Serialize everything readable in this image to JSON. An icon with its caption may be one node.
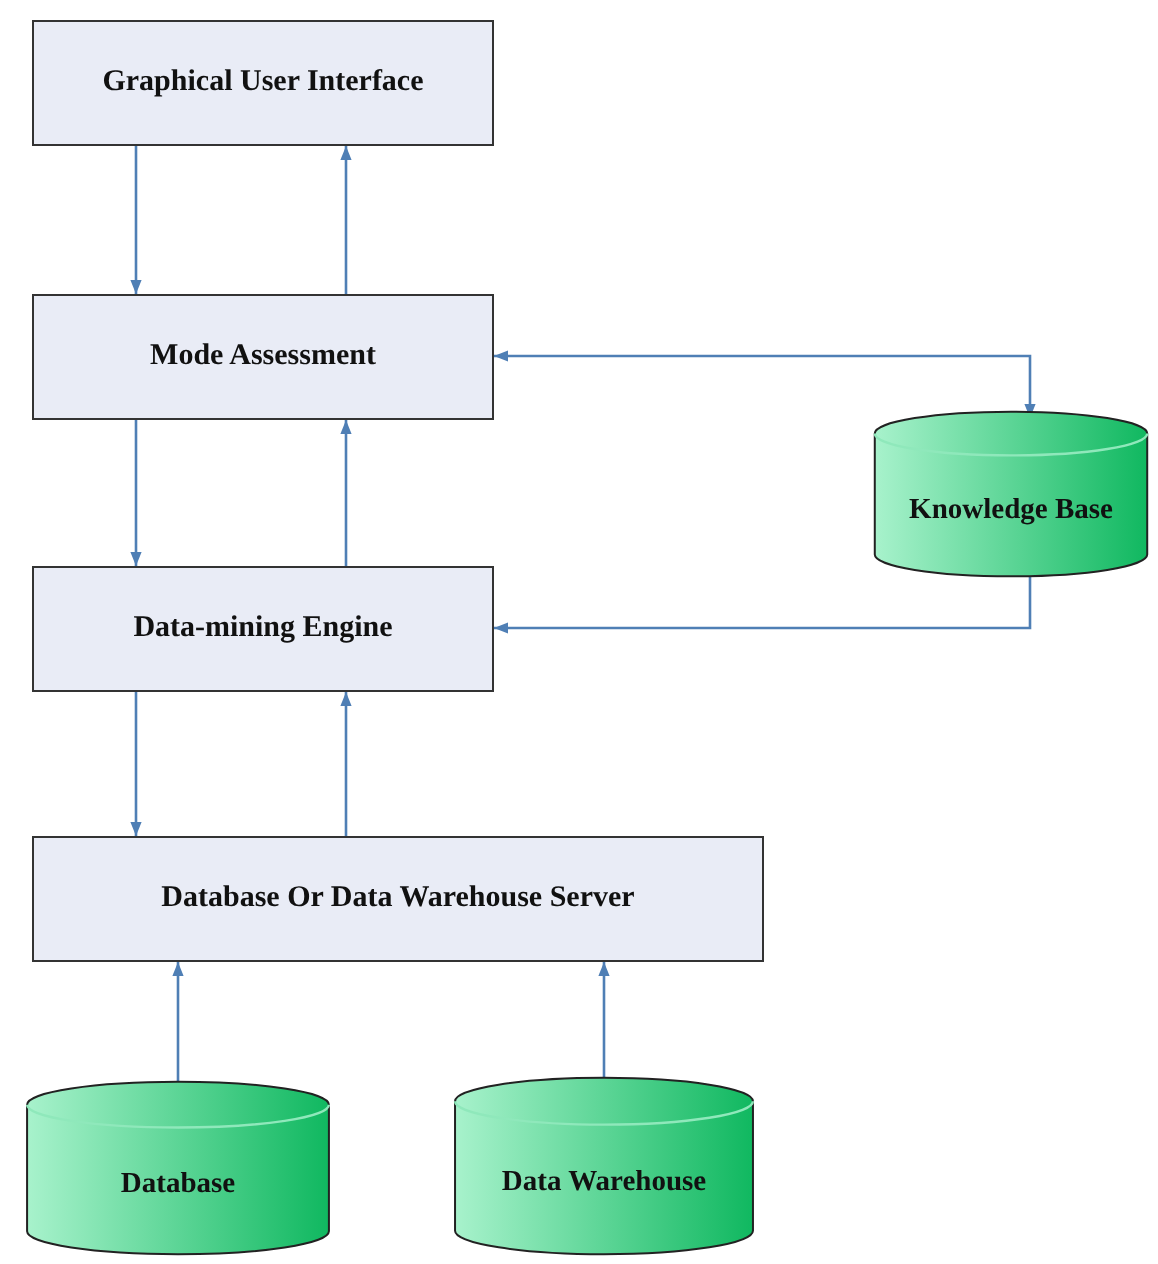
{
  "diagram": {
    "nodes": [
      {
        "text": [
          "Graphical User Interface"
        ]
      },
      {
        "text": [
          "Mode Assessment"
        ]
      },
      {
        "text": [
          "Knowledge Base"
        ]
      },
      {
        "text": [
          "Data-mining Engine"
        ]
      },
      {
        "text": [
          "Database Or Data Warehouse Server"
        ]
      },
      {
        "text": [
          "Database"
        ]
      },
      {
        "text": [
          "Data Warehouse"
        ]
      }
    ],
    "edges": [
      {
        "from": 0,
        "to": 1,
        "arrow": "to"
      },
      {
        "from": 1,
        "to": 0,
        "arrow": "to"
      },
      {
        "from": 1,
        "to": 2,
        "arrow": "both"
      },
      {
        "from": 2,
        "to": 3,
        "arrow": "to"
      },
      {
        "from": 1,
        "to": 3,
        "arrow": "to"
      },
      {
        "from": 3,
        "to": 1,
        "arrow": "to"
      },
      {
        "from": 3,
        "to": 4,
        "arrow": "to"
      },
      {
        "from": 4,
        "to": 3,
        "arrow": "to"
      },
      {
        "from": 5,
        "to": 4,
        "arrow": "to"
      },
      {
        "from": 6,
        "to": 4,
        "arrow": "to"
      }
    ]
  }
}
